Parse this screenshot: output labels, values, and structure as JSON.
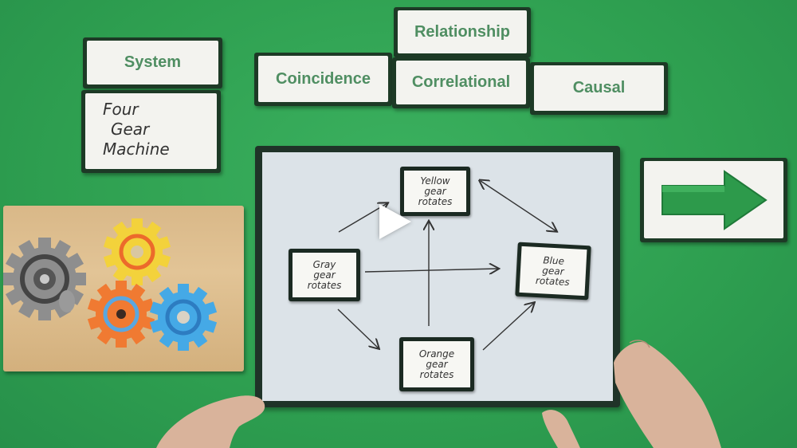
{
  "concept_cards": {
    "system": "System",
    "relationship": "Relationship",
    "coincidence": "Coincidence",
    "correlational": "Correlational",
    "causal": "Causal"
  },
  "system_name": [
    "Four",
    "Gear",
    "Machine"
  ],
  "diagram_nodes": {
    "yellow": [
      "Yellow",
      "gear",
      "rotates"
    ],
    "gray": [
      "Gray",
      "gear",
      "rotates"
    ],
    "blue": [
      "Blue",
      "gear",
      "rotates"
    ],
    "orange": [
      "Orange",
      "gear",
      "rotates"
    ]
  },
  "colors": {
    "background_green": "#2fa552",
    "card_text": "#4f8e62",
    "gear_gray": "#8e8e8e",
    "gear_yellow": "#f3d23b",
    "gear_orange": "#f07a32",
    "gear_blue": "#45a9e6",
    "arrow_green": "#2d9a4b"
  },
  "icons": {
    "play": "play-icon",
    "arrow": "right-arrow-icon"
  }
}
